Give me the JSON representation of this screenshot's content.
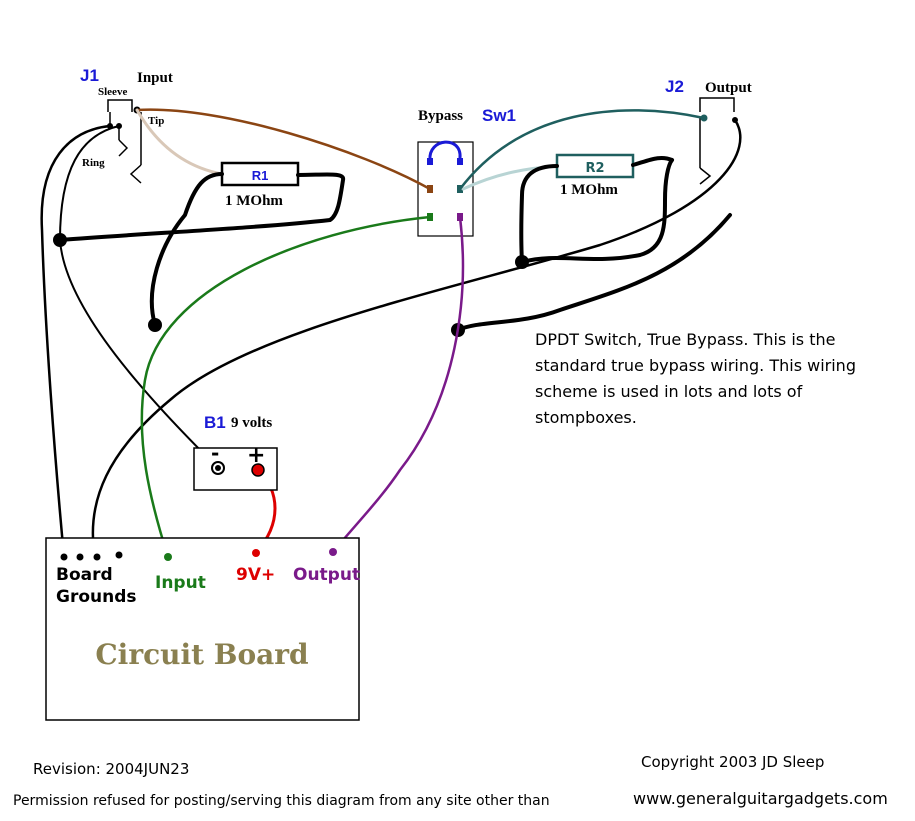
{
  "jack_input": {
    "ref": "J1",
    "name": "Input",
    "sleeve": "Sleeve",
    "tip": "Tip",
    "ring": "Ring"
  },
  "jack_output": {
    "ref": "J2",
    "name": "Output"
  },
  "switch": {
    "name": "Bypass",
    "ref": "Sw1"
  },
  "resistor1": {
    "ref": "R1",
    "value": "1 MOhm"
  },
  "resistor2": {
    "ref": "R2",
    "value": "1 MOhm"
  },
  "battery": {
    "ref": "B1",
    "voltage": "9 volts",
    "neg": "-",
    "pos": "+"
  },
  "board": {
    "title": "Circuit Board",
    "grounds_line1": "Board",
    "grounds_line2": "Grounds",
    "input": "Input",
    "power": "9V+",
    "output": "Output"
  },
  "note": [
    "DPDT Switch, True Bypass.  This is the",
    "standard true bypass wiring.  This wiring",
    "scheme is used in lots and lots of",
    "stompboxes."
  ],
  "revision": "Revision:  2004JUN23",
  "copyright": "Copyright 2003   JD Sleep",
  "permission": "Permission refused for posting/serving this diagram from any site other than",
  "website": "www.generalguitargadgets.com",
  "colors": {
    "label_blue": "#1a1ad6",
    "brown": "#8b4513",
    "teal": "#1f5f5f",
    "green": "#1a7a1a",
    "purple": "#7a1a8a",
    "red": "#dd0000",
    "board_title": "#8a8050"
  }
}
